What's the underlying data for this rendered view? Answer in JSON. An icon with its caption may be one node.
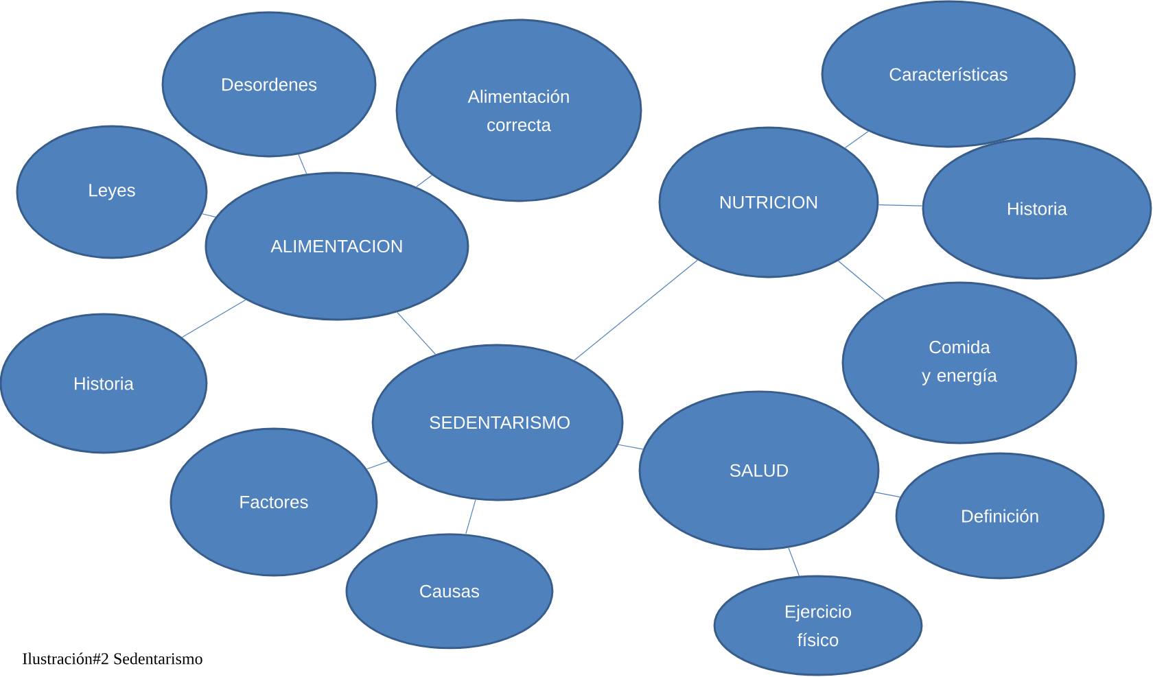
{
  "diagram": {
    "caption": "Ilustración#2 Sedentarismo",
    "nodes": [
      {
        "text": [
          "SEDENTARISMO"
        ]
      },
      {
        "text": [
          "ALIMENTACION"
        ]
      },
      {
        "text": [
          "Desordenes"
        ]
      },
      {
        "text": [
          "Alimentación correcta"
        ]
      },
      {
        "text": [
          "Leyes"
        ]
      },
      {
        "text": [
          "Historia"
        ]
      },
      {
        "text": [
          "NUTRICION"
        ]
      },
      {
        "text": [
          "Características"
        ]
      },
      {
        "text": [
          "Historia"
        ]
      },
      {
        "text": [
          "Comida y energía"
        ]
      },
      {
        "text": [
          "SALUD"
        ]
      },
      {
        "text": [
          "Definición"
        ]
      },
      {
        "text": [
          "Ejercicio físico"
        ]
      },
      {
        "text": [
          "Factores"
        ]
      },
      {
        "text": [
          "Causas"
        ]
      }
    ],
    "edges": [
      {
        "from": 1,
        "to": 0,
        "arrow": "none"
      },
      {
        "from": 0,
        "to": 6,
        "arrow": "none"
      },
      {
        "from": 0,
        "to": 10,
        "arrow": "none"
      },
      {
        "from": 0,
        "to": 13,
        "arrow": "none"
      },
      {
        "from": 0,
        "to": 14,
        "arrow": "none"
      },
      {
        "from": 1,
        "to": 2,
        "arrow": "none"
      },
      {
        "from": 1,
        "to": 3,
        "arrow": "none"
      },
      {
        "from": 1,
        "to": 4,
        "arrow": "none"
      },
      {
        "from": 1,
        "to": 5,
        "arrow": "none"
      },
      {
        "from": 6,
        "to": 7,
        "arrow": "none"
      },
      {
        "from": 6,
        "to": 8,
        "arrow": "none"
      },
      {
        "from": 6,
        "to": 9,
        "arrow": "none"
      },
      {
        "from": 10,
        "to": 11,
        "arrow": "none"
      },
      {
        "from": 10,
        "to": 12,
        "arrow": "none"
      }
    ]
  }
}
